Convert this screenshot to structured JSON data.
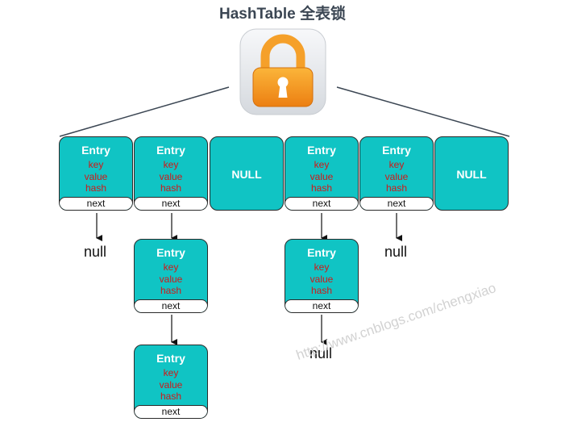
{
  "title": "HashTable 全表锁",
  "entry": {
    "label": "Entry",
    "fields": [
      "key",
      "value",
      "hash"
    ],
    "next_label": "next"
  },
  "null_cell_label": "NULL",
  "null_ref_label": "null",
  "watermark": "http://www.cnblogs.com/chengxiao",
  "colors": {
    "cell_fill": "#10c4c4",
    "field_text": "#d01818",
    "lock_body": "#f29a1e",
    "lock_frame": "#e3e6ea"
  },
  "icons": {
    "lock": "padlock-icon"
  }
}
